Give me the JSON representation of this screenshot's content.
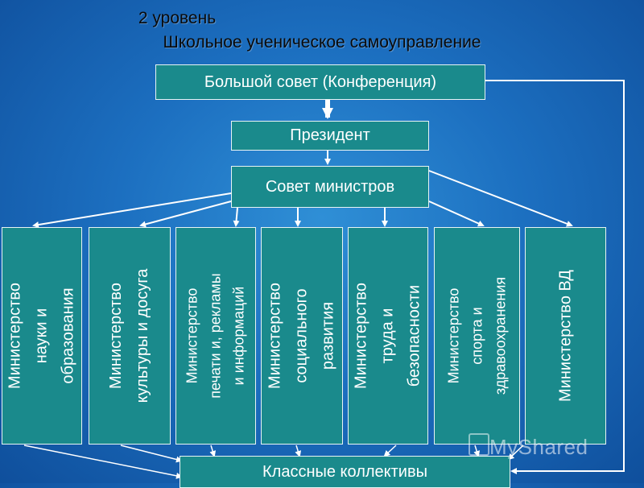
{
  "header": {
    "level": "2 уровень",
    "title": "Школьное ученическое самоуправление"
  },
  "nodes": {
    "council": "Большой совет (Конференция)",
    "president": "Президент",
    "ministers_council": "Совет министров",
    "classes": "Классные коллективы"
  },
  "ministries": [
    {
      "label": "Министерство\nнауки и\nобразования"
    },
    {
      "label": "Министерство\nкультуры и досуга"
    },
    {
      "label": "Министерство\nпечати и, рекламы\nи информаций"
    },
    {
      "label": "Министерство\nсоциального\nразвития"
    },
    {
      "label": "Министерство\nтруда и\nбезопасности"
    },
    {
      "label": "Министерство\nспорта и\nздравоохранения"
    },
    {
      "label": "Министерство ВД"
    }
  ],
  "watermark": "MyShared",
  "colors": {
    "box_fill": "#1a8a8c",
    "box_border": "#e8f4f4",
    "arrow": "#ffffff",
    "background": "#1c6fc0"
  }
}
